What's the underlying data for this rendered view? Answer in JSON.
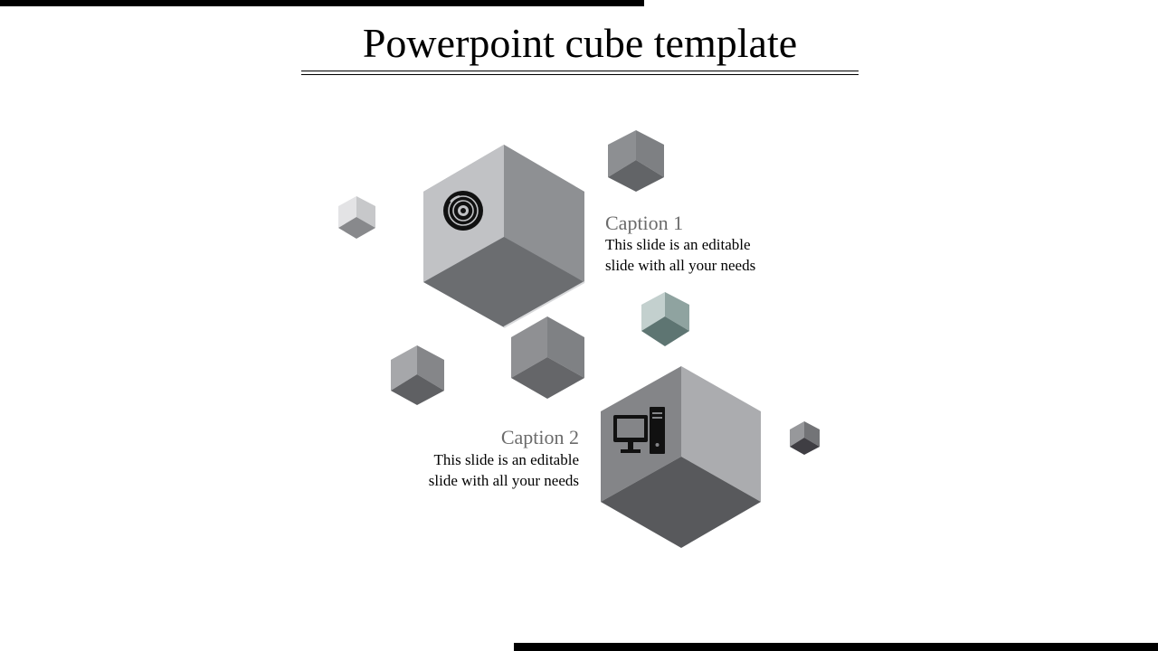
{
  "title": "Powerpoint cube template",
  "captions": [
    {
      "title": "Caption 1",
      "line1": "This slide is an editable",
      "line2": "slide with all your needs",
      "icon": "vinyl-disc-icon"
    },
    {
      "title": "Caption 2",
      "line1": "This slide is an editable",
      "line2": "slide with all your needs",
      "icon": "desktop-computer-icon"
    }
  ],
  "colors": {
    "accent_bar": "#000000",
    "caption_title": "#6b6b6b",
    "body_text": "#000000",
    "cube_teal": "#8fa3a0"
  }
}
